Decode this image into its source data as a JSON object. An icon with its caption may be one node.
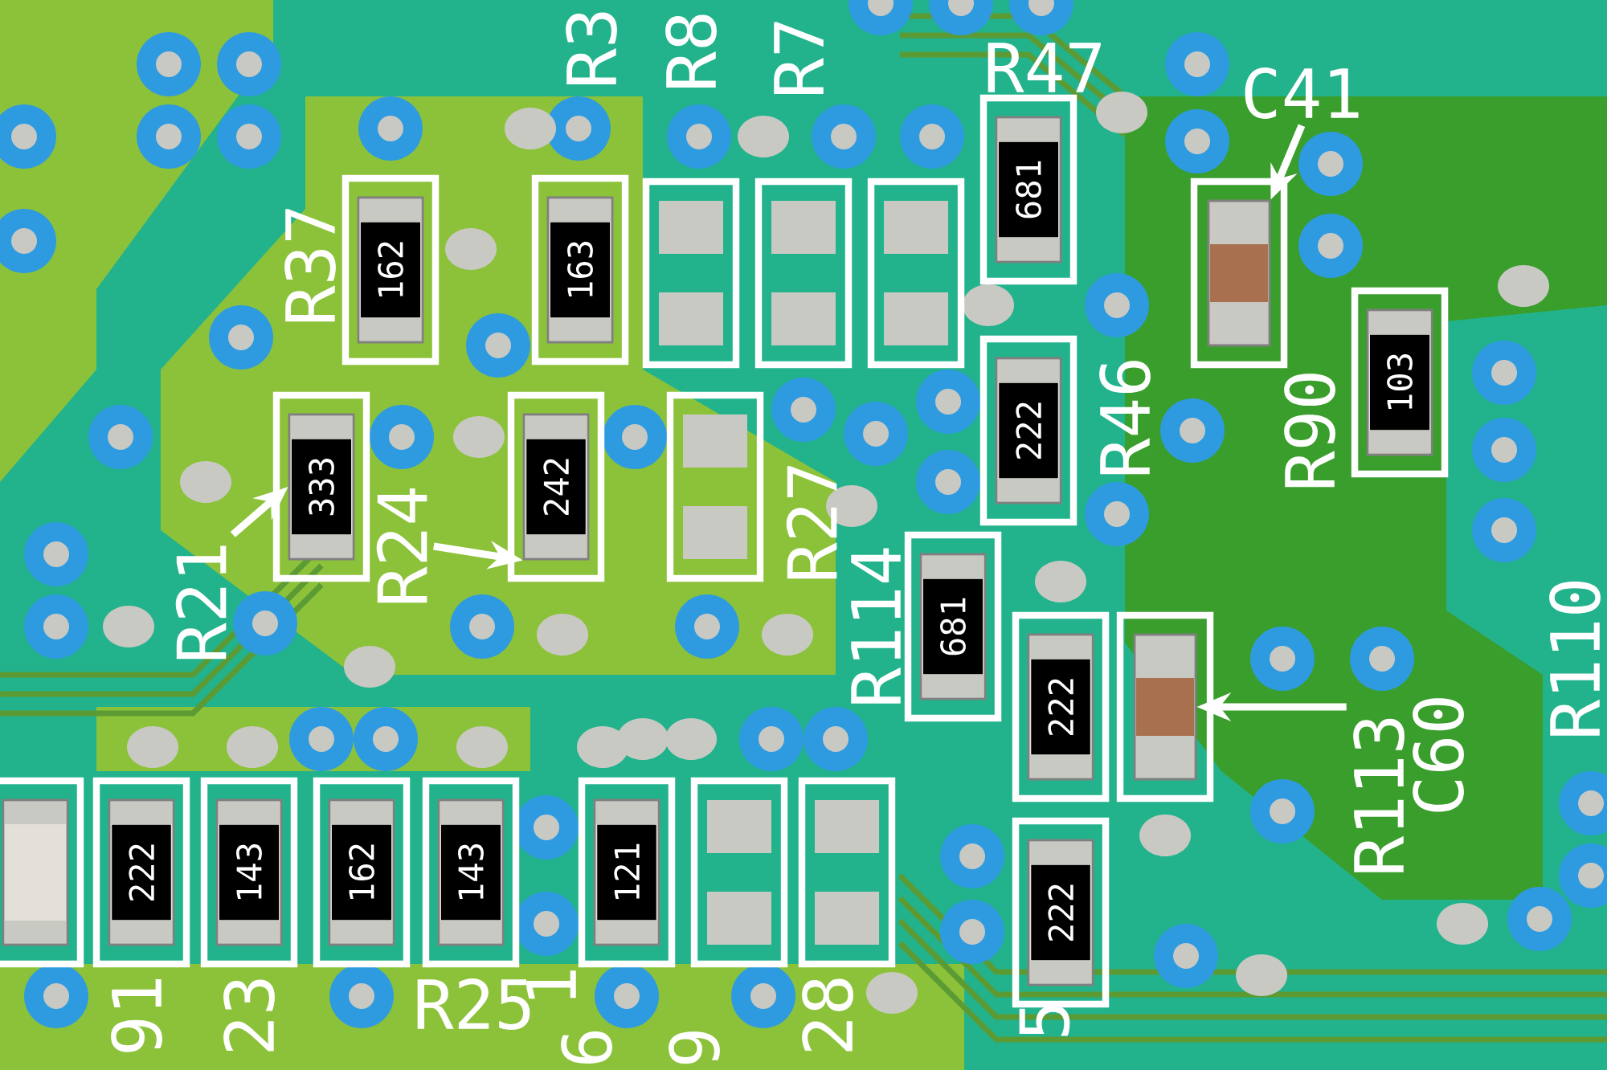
{
  "diagram": {
    "nodes": [
      {
        "text": [
          "C41"
        ]
      },
      {
        "text": [],
        "shape": "box"
      },
      {
        "text": [
          "162"
        ]
      },
      {
        "text": [
          "163"
        ]
      },
      {
        "text": [
          "681"
        ]
      },
      {
        "text": [
          "103"
        ]
      },
      {
        "text": [
          "222"
        ]
      },
      {
        "text": [
          "R21"
        ]
      },
      {
        "text": [
          "333"
        ]
      },
      {
        "text": [
          "R24"
        ]
      },
      {
        "text": [
          "242"
        ]
      },
      {
        "text": [
          "681"
        ]
      },
      {
        "text": [
          "222"
        ]
      },
      {
        "text": [
          "R113"
        ]
      },
      {
        "text": [],
        "shape": "box"
      },
      {
        "text": [
          "222"
        ]
      },
      {
        "text": [],
        "shape": "box"
      },
      {
        "text": [
          "222"
        ]
      },
      {
        "text": [
          "143"
        ]
      },
      {
        "text": [
          "162"
        ]
      },
      {
        "text": [
          "143"
        ]
      },
      {
        "text": [
          "121"
        ]
      },
      {
        "text": [],
        "shape": "box"
      },
      {
        "text": [],
        "shape": "box"
      },
      {
        "text": [],
        "shape": "box"
      },
      {
        "text": [],
        "shape": "box"
      },
      {
        "text": [],
        "shape": "box"
      },
      {
        "text": [],
        "shape": "box"
      }
    ],
    "edges": [
      {
        "from": 0,
        "to": 1,
        "arrow": "to"
      },
      {
        "from": 7,
        "to": 8,
        "arrow": "to"
      },
      {
        "from": 9,
        "to": 10,
        "arrow": "to"
      },
      {
        "from": 13,
        "to": 14,
        "arrow": "to"
      }
    ],
    "labels": [
      "R3",
      "R8",
      "R7",
      "R47",
      "R37",
      "R46",
      "R90",
      "R27",
      "R114",
      "C60",
      "R110",
      "R25",
      "91",
      "23",
      "1",
      "6",
      "9",
      "28",
      "5"
    ]
  }
}
